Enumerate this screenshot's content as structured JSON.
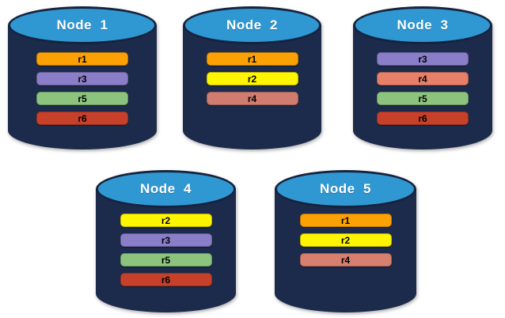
{
  "palette": {
    "background": "#FFFFFF",
    "cylinder_body": "#1C2B4B",
    "cylinder_edge": "#16233E",
    "cylinder_top": "#2F98D2",
    "node_label_color": "#FFFFFF",
    "bar_label_color": "#000000"
  },
  "replica_colors": {
    "r1": "#FBA104",
    "r2": "#FEF500",
    "r3": "#8B7EC8",
    "r4": "#D8806F",
    "r5": "#8CC47E",
    "r6": "#C6402A"
  },
  "nodes": [
    {
      "label": "Node  1",
      "bars": [
        {
          "label": "r1",
          "color": "#FBA104"
        },
        {
          "label": "r3",
          "color": "#8B7EC8"
        },
        {
          "label": "r5",
          "color": "#8CC47E"
        },
        {
          "label": "r6",
          "color": "#C6402A"
        }
      ]
    },
    {
      "label": "Node  2",
      "bars": [
        {
          "label": "r1",
          "color": "#FBA104"
        },
        {
          "label": "r2",
          "color": "#FEF500"
        },
        {
          "label": "r4",
          "color": "#D17C70"
        }
      ]
    },
    {
      "label": "Node  3",
      "bars": [
        {
          "label": "r3",
          "color": "#8B7EC8"
        },
        {
          "label": "r4",
          "color": "#E87F68"
        },
        {
          "label": "r5",
          "color": "#8CC47E"
        },
        {
          "label": "r6",
          "color": "#C6402A"
        }
      ]
    },
    {
      "label": "Node  4",
      "bars": [
        {
          "label": "r2",
          "color": "#FEF500"
        },
        {
          "label": "r3",
          "color": "#8B7EC8"
        },
        {
          "label": "r5",
          "color": "#8CC47E"
        },
        {
          "label": "r6",
          "color": "#C6402A"
        }
      ]
    },
    {
      "label": "Node  5",
      "bars": [
        {
          "label": "r1",
          "color": "#FBA104"
        },
        {
          "label": "r2",
          "color": "#FEF500"
        },
        {
          "label": "r4",
          "color": "#D8806F"
        }
      ]
    }
  ]
}
